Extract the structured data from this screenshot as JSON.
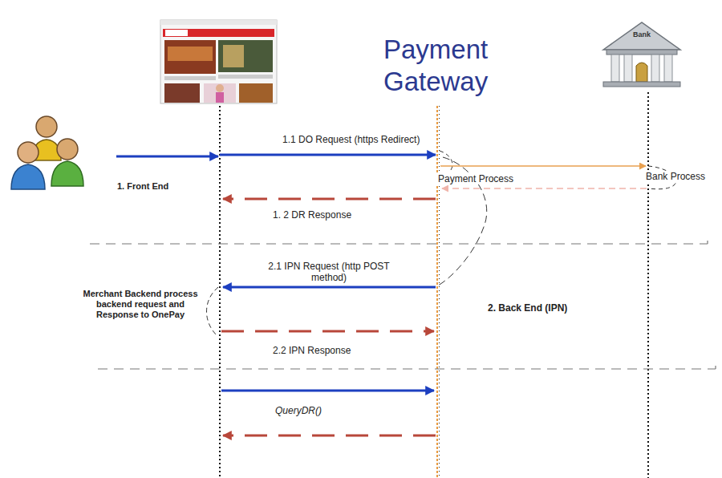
{
  "diagram": {
    "title": "Payment Gateway",
    "labels": [
      "Bank",
      "1.1 DO Request (https Redirect)",
      "1. Front End",
      "Payment Process",
      "Bank Process",
      "1. 2 DR Response",
      "2.1 IPN Request (http POST method)",
      "Merchant Backend process backend request and Response to OnePay",
      "2. Back End (IPN)",
      "2.2 IPN Response",
      "QueryDR()"
    ]
  }
}
